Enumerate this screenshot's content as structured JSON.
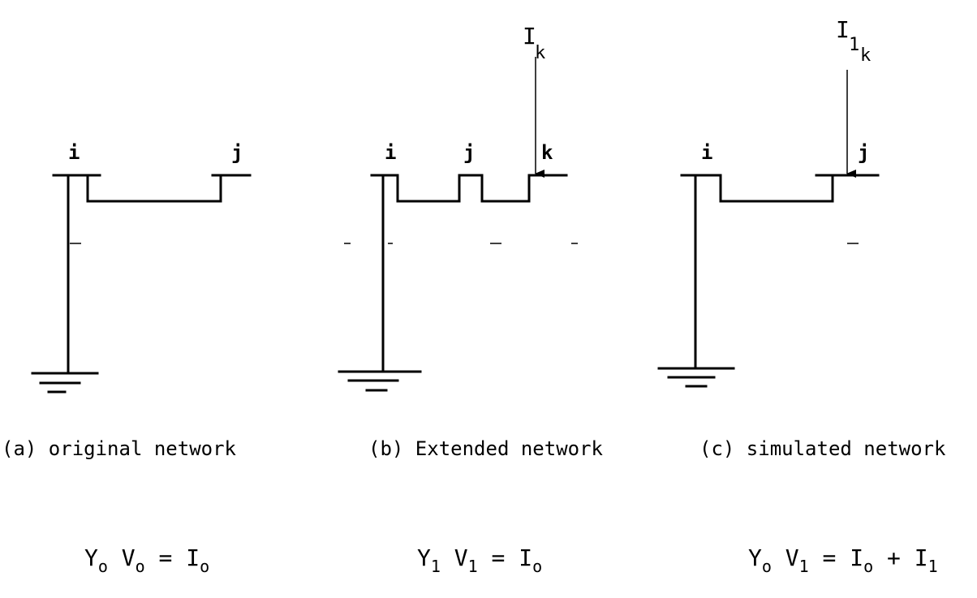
{
  "panels": [
    {
      "nodes": [
        "i",
        "j"
      ],
      "caption": "(a) original network",
      "equation": [
        {
          "t": "Y",
          "s": "o"
        },
        {
          "t": " V",
          "s": "o"
        },
        {
          "t": " = I",
          "s": "o"
        }
      ]
    },
    {
      "nodes": [
        "i",
        "j",
        "k"
      ],
      "current": {
        "symbol": "I",
        "subscript": "k"
      },
      "caption": "(b) Extended network",
      "equation": [
        {
          "t": "Y",
          "s": "1"
        },
        {
          "t": " V",
          "s": "1"
        },
        {
          "t": " = I",
          "s": "o"
        }
      ]
    },
    {
      "nodes": [
        "i",
        "j"
      ],
      "current": {
        "symbol": "I",
        "subscript": "1",
        "subsubscript": "k"
      },
      "caption": "(c) simulated network",
      "equation": [
        {
          "t": "Y",
          "s": "o"
        },
        {
          "t": " V",
          "s": "1"
        },
        {
          "t": " = I",
          "s": "o"
        },
        {
          "t": " + I",
          "s": "1"
        }
      ]
    }
  ]
}
